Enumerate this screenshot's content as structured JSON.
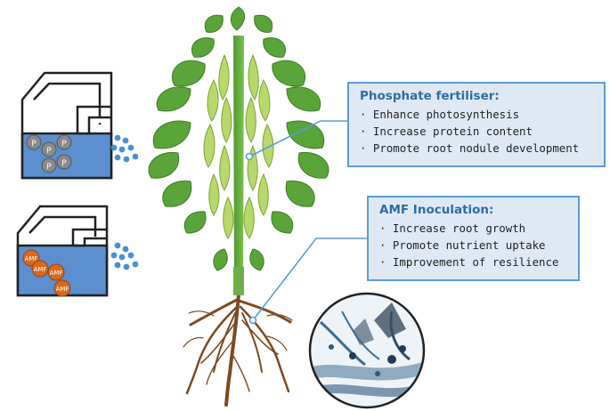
{
  "phosphate": {
    "title": "Phosphate fertiliser:",
    "items": [
      "Enhance photosynthesis",
      "Increase protein content",
      "Promote root nodule development"
    ],
    "container_label": "P"
  },
  "amf": {
    "title": "AMF Inoculation:",
    "items": [
      "Increase root growth",
      "Promote nutrient uptake",
      "Improvement of resilience"
    ],
    "container_label": "AMF"
  },
  "colors": {
    "box_border": "#5b9bd5",
    "box_fill": "#dfe9f5",
    "title": "#2e6da4",
    "leaf": "#5aa53a",
    "pod": "#b7d96b",
    "root": "#7a4a22",
    "granule_blue": "#4a8fd0",
    "granule_orange": "#d8691e"
  }
}
